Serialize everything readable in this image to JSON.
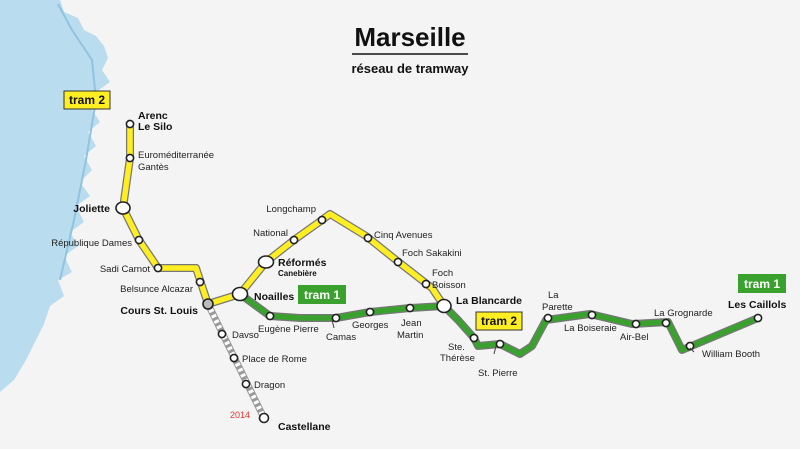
{
  "title": "Marseille",
  "subtitle": "réseau de tramway",
  "colors": {
    "sea": "#b9dcef",
    "tram2": "#ffee22",
    "tram1": "#3aa12f",
    "future": "#999999",
    "year": "#e33333"
  },
  "badges": {
    "tram2_top": "tram 2",
    "tram1_noailles": "tram 1",
    "tram2_blancarde": "tram 2",
    "tram1_caillols": "tram 1"
  },
  "stations": {
    "arenc": "Arenc",
    "le_silo": "Le Silo",
    "euromed_1": "Euroméditerranée",
    "euromed_2": "Gantès",
    "joliette": "Joliette",
    "republique": "République Dames",
    "sadi_carnot": "Sadi Carnot",
    "belsunce": "Belsunce Alcazar",
    "cours_st_louis": "Cours St. Louis",
    "longchamp": "Longchamp",
    "national": "National",
    "reformes": "Réformés",
    "canebiere": "Canebière",
    "cinq_avenues": "Cinq Avenues",
    "foch_sakakini": "Foch Sakakini",
    "foch_boisson_1": "Foch",
    "foch_boisson_2": "Boisson",
    "noailles": "Noailles",
    "eugene_pierre": "Eugène Pierre",
    "camas": "Camas",
    "georges": "Georges",
    "jean_martin_1": "Jean",
    "jean_martin_2": "Martin",
    "la_blancarde": "La Blancarde",
    "ste_therese_1": "Ste.",
    "ste_therese_2": "Thérèse",
    "st_pierre": "St. Pierre",
    "la_parette_1": "La",
    "la_parette_2": "Parette",
    "la_boiseraie": "La Boiseraie",
    "air_bel": "Air-Bel",
    "la_grognarde": "La Grognarde",
    "william_booth": "William Booth",
    "les_caillols": "Les Caillols",
    "davso": "Davso",
    "place_de_rome": "Place de Rome",
    "dragon": "Dragon",
    "castellane": "Castellane"
  },
  "extension_year": "2014"
}
